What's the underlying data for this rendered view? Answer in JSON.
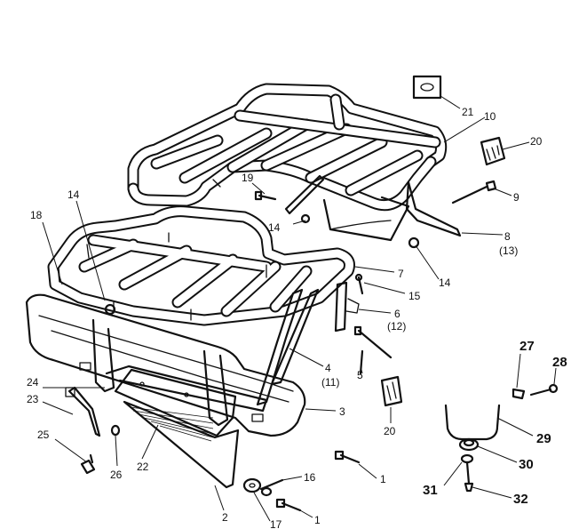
{
  "callouts": [
    {
      "id": "c21",
      "label": "21"
    },
    {
      "id": "c10",
      "label": "10"
    },
    {
      "id": "c20a",
      "label": "20"
    },
    {
      "id": "c14a",
      "label": "14"
    },
    {
      "id": "c19",
      "label": "19"
    },
    {
      "id": "c9",
      "label": "9"
    },
    {
      "id": "c18",
      "label": "18"
    },
    {
      "id": "c14b",
      "label": "14"
    },
    {
      "id": "c8",
      "label": "8"
    },
    {
      "id": "c13",
      "label": "(13)"
    },
    {
      "id": "c7",
      "label": "7"
    },
    {
      "id": "c14c",
      "label": "14"
    },
    {
      "id": "c15",
      "label": "15"
    },
    {
      "id": "c6",
      "label": "6"
    },
    {
      "id": "c12",
      "label": "(12)"
    },
    {
      "id": "c4",
      "label": "4"
    },
    {
      "id": "c11",
      "label": "(11)"
    },
    {
      "id": "c5",
      "label": "5"
    },
    {
      "id": "c24",
      "label": "24"
    },
    {
      "id": "c23",
      "label": "23"
    },
    {
      "id": "c3",
      "label": "3"
    },
    {
      "id": "c20b",
      "label": "20"
    },
    {
      "id": "c27",
      "label": "27"
    },
    {
      "id": "c28",
      "label": "28"
    },
    {
      "id": "c29",
      "label": "29"
    },
    {
      "id": "c30",
      "label": "30"
    },
    {
      "id": "c25",
      "label": "25"
    },
    {
      "id": "c26",
      "label": "26"
    },
    {
      "id": "c22",
      "label": "22"
    },
    {
      "id": "c1a",
      "label": "1"
    },
    {
      "id": "c16",
      "label": "16"
    },
    {
      "id": "c31",
      "label": "31"
    },
    {
      "id": "c32",
      "label": "32"
    },
    {
      "id": "c2",
      "label": "2"
    },
    {
      "id": "c17",
      "label": "17"
    },
    {
      "id": "c1b",
      "label": "1"
    }
  ]
}
